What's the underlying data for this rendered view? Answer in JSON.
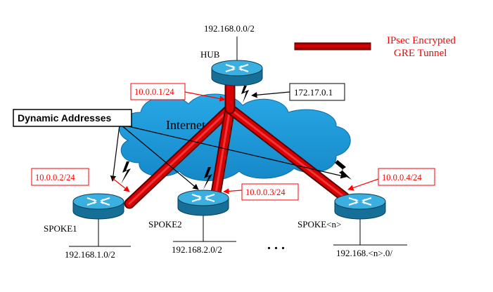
{
  "colors": {
    "tunnel": "#d60000",
    "tunnel_dark": "#7a0000",
    "cloud": "#1e9bd8",
    "router_body": "#1a7ea8",
    "router_top": "#3bb0e0",
    "red_label": "#ff0000",
    "black": "#000000"
  },
  "legend": {
    "line1": "IPsec Encrypted",
    "line2": "GRE Tunnel"
  },
  "cloud_label": "Internet",
  "hub": {
    "label": "HUB",
    "lan": "192.168.0.0/2",
    "tunnel_ip": "10.0.0.1/24",
    "public_ip": "172.17.0.1"
  },
  "callout_dynamic": "Dynamic Addresses",
  "spokes": [
    {
      "label": "SPOKE1",
      "lan": "192.168.1.0/2",
      "tunnel_ip": "10.0.0.2/24"
    },
    {
      "label": "SPOKE2",
      "lan": "192.168.2.0/2",
      "tunnel_ip": "10.0.0.3/24"
    },
    {
      "label": "SPOKE<n>",
      "lan": "192.168.<n>.0/",
      "tunnel_ip": "10.0.0.4/24"
    }
  ],
  "ellipsis": ". . .",
  "icons": {
    "router": "router-icon",
    "lightning": "serial-link-lightning-icon",
    "cloud": "internet-cloud-icon"
  }
}
